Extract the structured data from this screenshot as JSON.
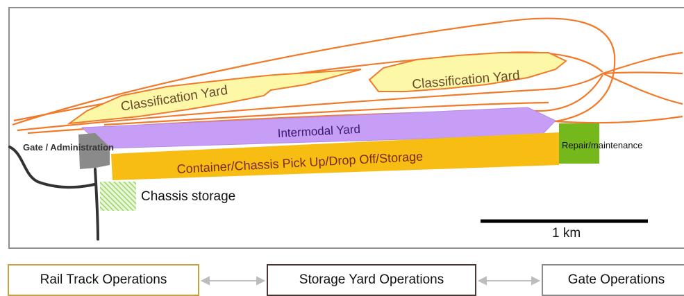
{
  "map": {
    "labels": {
      "classification_yard_1": "Classification Yard",
      "classification_yard_2": "Classification Yard",
      "intermodal_yard": "Intermodal Yard",
      "container_area": "Container/Chassis Pick Up/Drop Off/Storage",
      "gate_admin": "Gate / Administration",
      "repair": "Repair/maintenance",
      "chassis_storage": "Chassis storage",
      "scale": "1 km"
    },
    "colors": {
      "rail_track": "#f07a2a",
      "classification_fill": "#fdf7a8",
      "intermodal_fill": "#c79ef5",
      "intermodal_text": "#3a1670",
      "container_fill": "#f7bd12",
      "container_text": "#7a2a16",
      "repair_fill": "#74b81b",
      "gate_building": "#8a8a8a",
      "road": "#333333",
      "chassis_hatch": "#9cd46c"
    }
  },
  "operations": [
    {
      "label": "Rail Track Operations"
    },
    {
      "label": "Storage Yard Operations"
    },
    {
      "label": "Gate Operations"
    }
  ]
}
